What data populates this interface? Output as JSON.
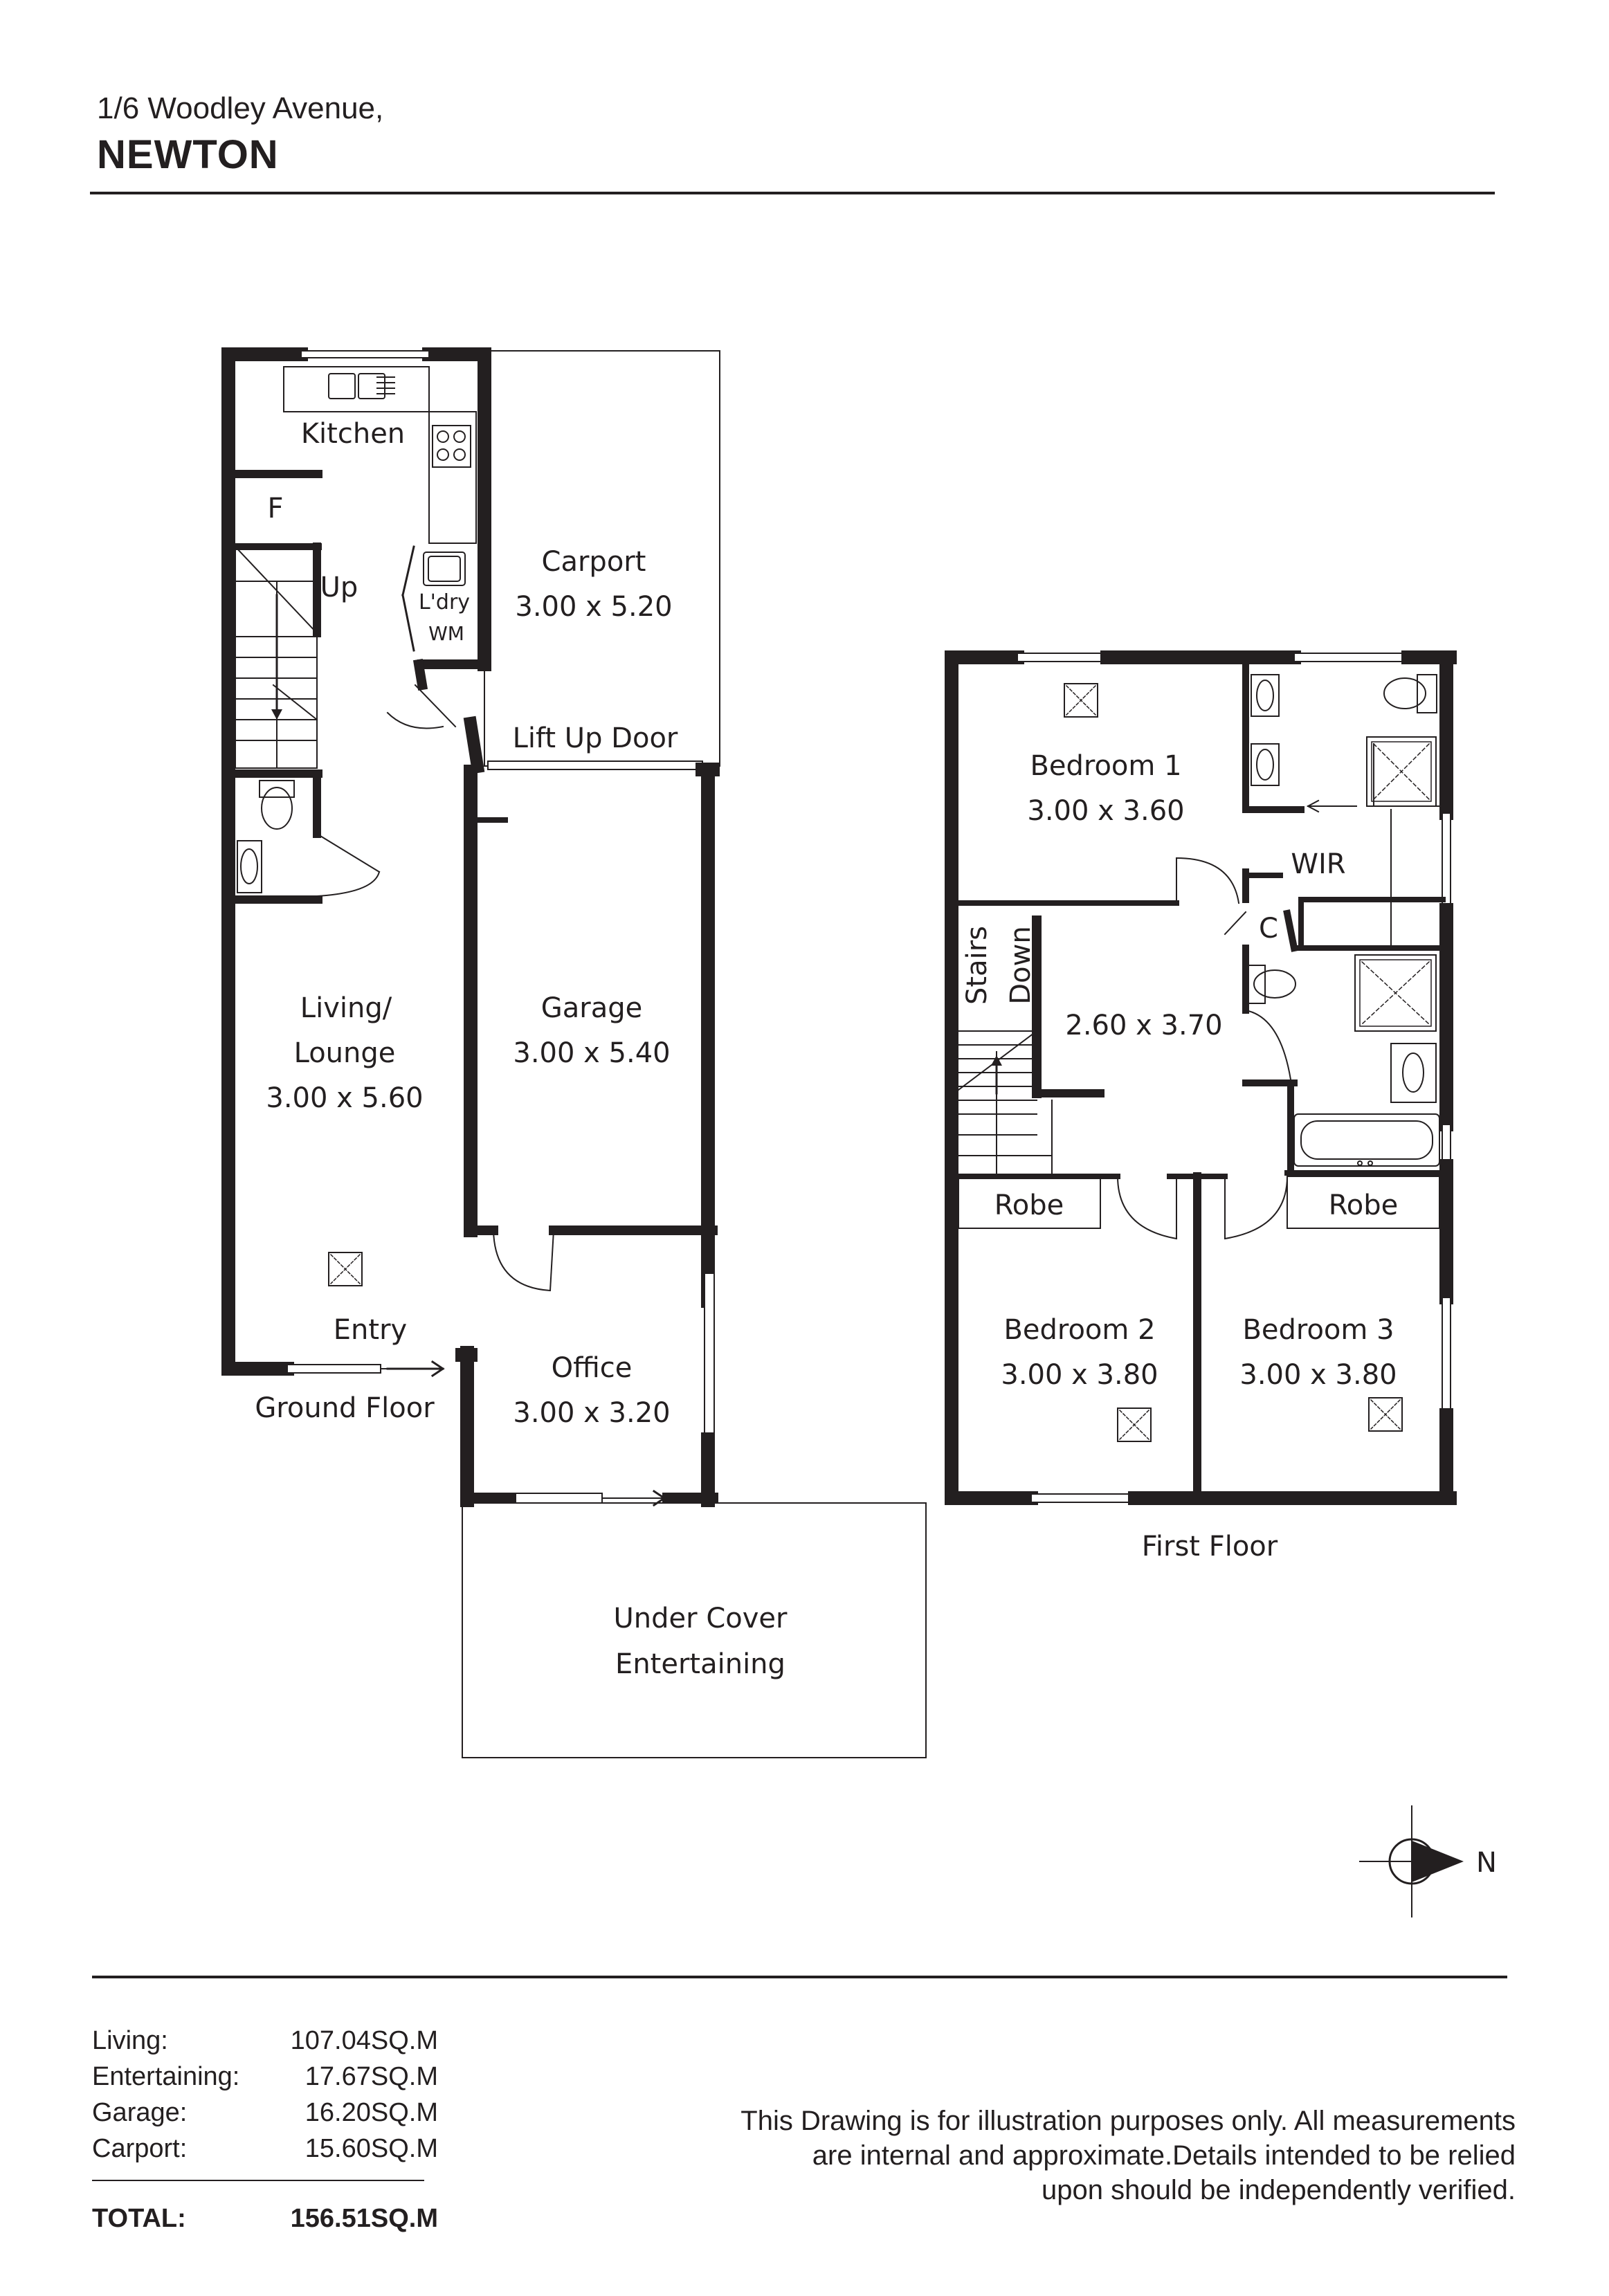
{
  "header": {
    "address": "1/6 Woodley Avenue,",
    "suburb": "NEWTON"
  },
  "ground_floor": {
    "title": "Ground Floor",
    "rooms": {
      "kitchen": "Kitchen",
      "fridge": "F",
      "stair_up": "Up",
      "laundry": "L'dry",
      "washing_machine": "WM",
      "carport_name": "Carport",
      "carport_dim": "3.00 x 5.20",
      "lift_up_door": "Lift Up Door",
      "living_name_1": "Living/",
      "living_name_2": "Lounge",
      "living_dim": "3.00 x 5.60",
      "garage_name": "Garage",
      "garage_dim": "3.00 x 5.40",
      "entry": "Entry",
      "office_name": "Office",
      "office_dim": "3.00 x 3.20",
      "entertaining_1": "Under Cover",
      "entertaining_2": "Entertaining"
    }
  },
  "first_floor": {
    "title": "First Floor",
    "rooms": {
      "bed1_name": "Bedroom 1",
      "bed1_dim": "3.00 x 3.60",
      "wir": "WIR",
      "cupboard": "C",
      "stairs": "Stairs",
      "down": "Down",
      "landing_dim": "2.60 x 3.70",
      "robe_left": "Robe",
      "robe_right": "Robe",
      "bed2_name": "Bedroom 2",
      "bed2_dim": "3.00 x 3.80",
      "bed3_name": "Bedroom 3",
      "bed3_dim": "3.00 x 3.80"
    }
  },
  "compass": {
    "label": "N"
  },
  "areas": [
    {
      "label": "Living:",
      "value": "107.04SQ.M"
    },
    {
      "label": "Entertaining:",
      "value": "17.67SQ.M"
    },
    {
      "label": "Garage:",
      "value": "16.20SQ.M"
    },
    {
      "label": "Carport:",
      "value": "15.60SQ.M"
    }
  ],
  "total": {
    "label": "TOTAL:",
    "value": "156.51SQ.M"
  },
  "disclaimer": {
    "line1": "This Drawing is for illustration purposes only. All measurements",
    "line2": "are internal and approximate.Details intended to be relied",
    "line3": "upon should be independently verified."
  }
}
